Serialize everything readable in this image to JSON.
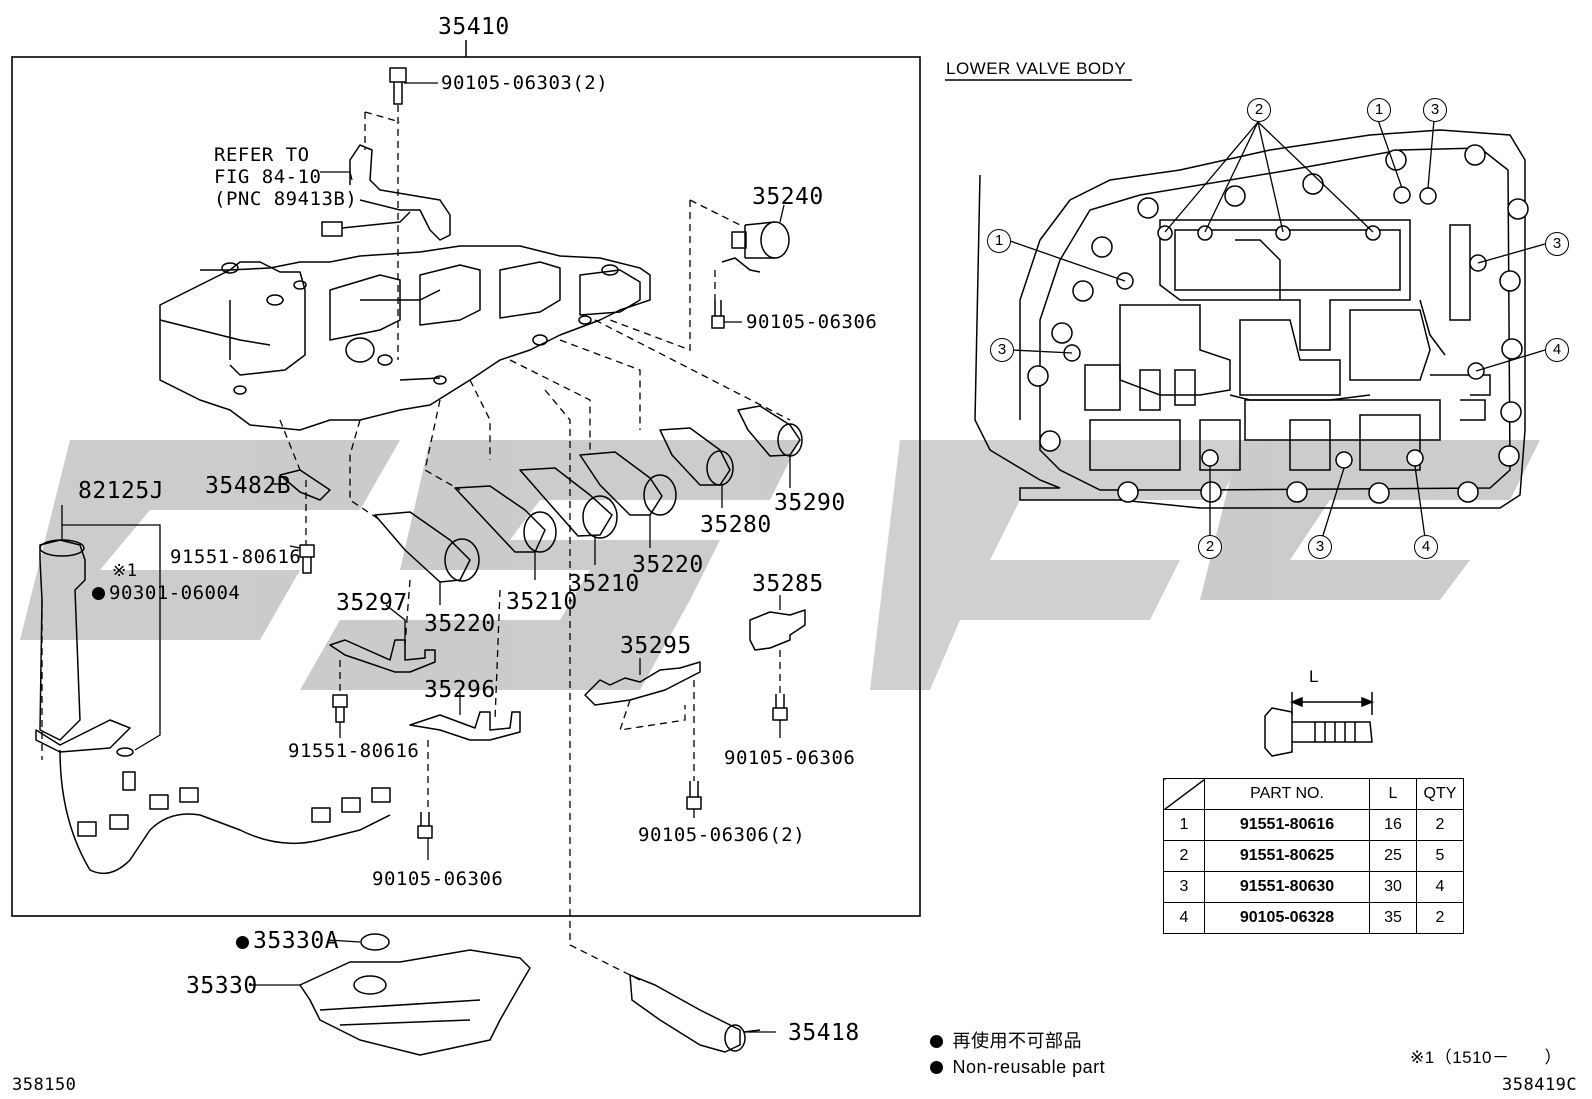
{
  "main_part": "35410",
  "lower_valve_body_title": "LOWER VALVE BODY",
  "refer_note": [
    "REFER TO",
    "FIG 84-10",
    "(PNC 89413B)"
  ],
  "callouts": {
    "bolt_top": "90105-06303(2)",
    "sol_35240": "35240",
    "bolt_35240": "90105-06306",
    "harness": "82125J",
    "note_mark": "※1",
    "seal": "90301-06004",
    "plate_35482b": "35482B",
    "bolt_91551_a": "91551-80616",
    "sol_35290": "35290",
    "sol_35280": "35280",
    "sol_35220_r": "35220",
    "sol_35210_r": "35210",
    "sol_35210_l": "35210",
    "sol_35220_l": "35220",
    "bracket_35297": "35297",
    "bracket_35296": "35296",
    "bolt_91551_b": "91551-80616",
    "bolt_90105_b": "90105-06306",
    "plate_35295": "35295",
    "bracket_35285": "35285",
    "bolt_90105_c": "90105-06306",
    "bolt_90105_d": "90105-06306(2)",
    "oring_35330a": "35330A",
    "strainer_35330": "35330",
    "pipe_35418": "35418"
  },
  "bolt_length_label": "L",
  "bolt_table": {
    "headers": [
      "",
      "PART NO.",
      "L",
      "QTY"
    ],
    "rows": [
      {
        "index": "1",
        "part_no": "91551-80616",
        "length": "16",
        "qty": "2"
      },
      {
        "index": "2",
        "part_no": "91551-80625",
        "length": "25",
        "qty": "5"
      },
      {
        "index": "3",
        "part_no": "91551-80630",
        "length": "30",
        "qty": "4"
      },
      {
        "index": "4",
        "part_no": "90105-06328",
        "length": "35",
        "qty": "2"
      }
    ]
  },
  "legend": {
    "jp": "再使用不可部品",
    "en": "Non-reusable part",
    "note": "※1（1510－　　）"
  },
  "footer": {
    "left_code": "358150",
    "right_code": "358419C"
  },
  "circle_markers": {
    "m1a": "1",
    "m1b": "1",
    "m2a": "2",
    "m2b": "2",
    "m3a": "3",
    "m3b": "3",
    "m3c": "3",
    "m3d": "3",
    "m4a": "4",
    "m4b": "4"
  }
}
